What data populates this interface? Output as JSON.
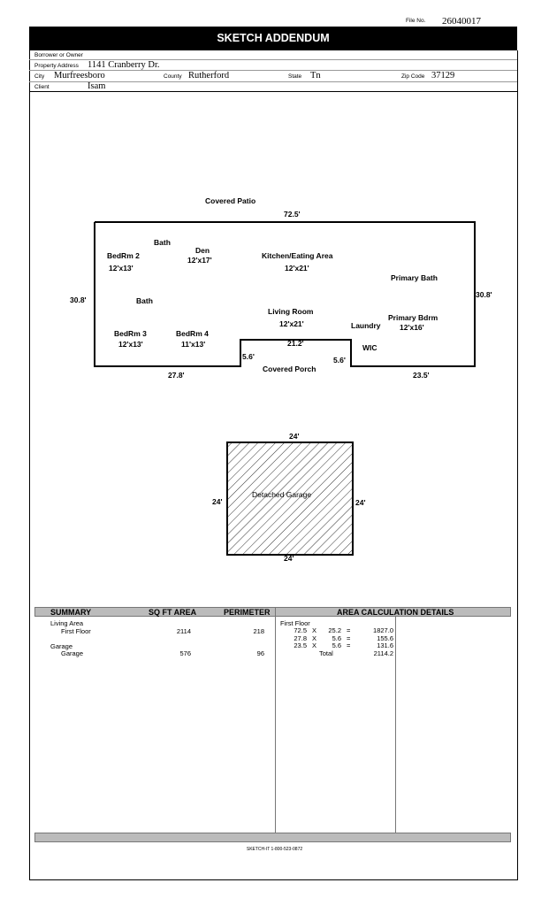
{
  "file": {
    "label": "File No.",
    "value": "26040017"
  },
  "title": "SKETCH ADDENDUM",
  "fields": {
    "borrower_label": "Borrower or Owner",
    "property_label": "Property Address",
    "property_value": "1141 Cranberry Dr.",
    "city_label": "City",
    "city_value": "Murfreesboro",
    "county_label": "County",
    "county_value": "Rutherford",
    "state_label": "State",
    "state_value": "Tn",
    "zip_label": "Zip Code",
    "zip_value": "37129",
    "client_label": "Client",
    "client_value": "Isam"
  },
  "sketch": {
    "covered_patio": "Covered Patio",
    "top_dim": "72.5'",
    "left_dim": "30.8'",
    "right_dim": "30.8'",
    "bottom_left_dim": "27.8'",
    "bottom_right_dim": "23.5'",
    "notch_width": "21.2'",
    "notch_left_depth": "5.6'",
    "notch_right_depth": "5.6'",
    "covered_porch": "Covered Porch",
    "rooms": {
      "bath1": "Bath",
      "bedrm2": "BedRm 2",
      "bedrm2_size": "12'x13'",
      "den": "Den",
      "den_size": "12'x17'",
      "kitchen": "Kitchen/Eating Area",
      "kitchen_size": "12'x21'",
      "primary_bath": "Primary Bath",
      "bath2": "Bath",
      "living": "Living Room",
      "living_size": "12'x21'",
      "laundry": "Laundry",
      "primary_bdrm": "Primary Bdrm",
      "primary_bdrm_size": "12'x16'",
      "bedrm3": "BedRm 3",
      "bedrm3_size": "12'x13'",
      "bedrm4": "BedRm 4",
      "bedrm4_size": "11'x13'",
      "wic": "WIC"
    },
    "garage": {
      "label": "Detached Garage",
      "top_dim": "24'",
      "left_dim": "24'",
      "right_dim": "24'",
      "bottom_dim": "24'"
    }
  },
  "summary": {
    "headers": {
      "summary": "SUMMARY",
      "sqft": "SQ FT AREA",
      "perimeter": "PERIMETER",
      "details": "AREA CALCULATION DETAILS"
    },
    "living_area": "Living Area",
    "first_floor": "First Floor",
    "first_floor_sqft": "2114",
    "first_floor_perimeter": "218",
    "garage_group": "Garage",
    "garage": "Garage",
    "garage_sqft": "576",
    "garage_perimeter": "96",
    "calc_title": "First Floor",
    "calc_rows": [
      {
        "a": "72.5",
        "x": "X",
        "b": "25.2",
        "eq": "=",
        "r": "1827.0"
      },
      {
        "a": "27.8",
        "x": "X",
        "b": "5.6",
        "eq": "=",
        "r": "155.6"
      },
      {
        "a": "23.5",
        "x": "X",
        "b": "5.6",
        "eq": "=",
        "r": "131.6"
      }
    ],
    "total_label": "Total",
    "total_value": "2114.2"
  },
  "footer": "SKETCH-IT 1-800-523-0872"
}
